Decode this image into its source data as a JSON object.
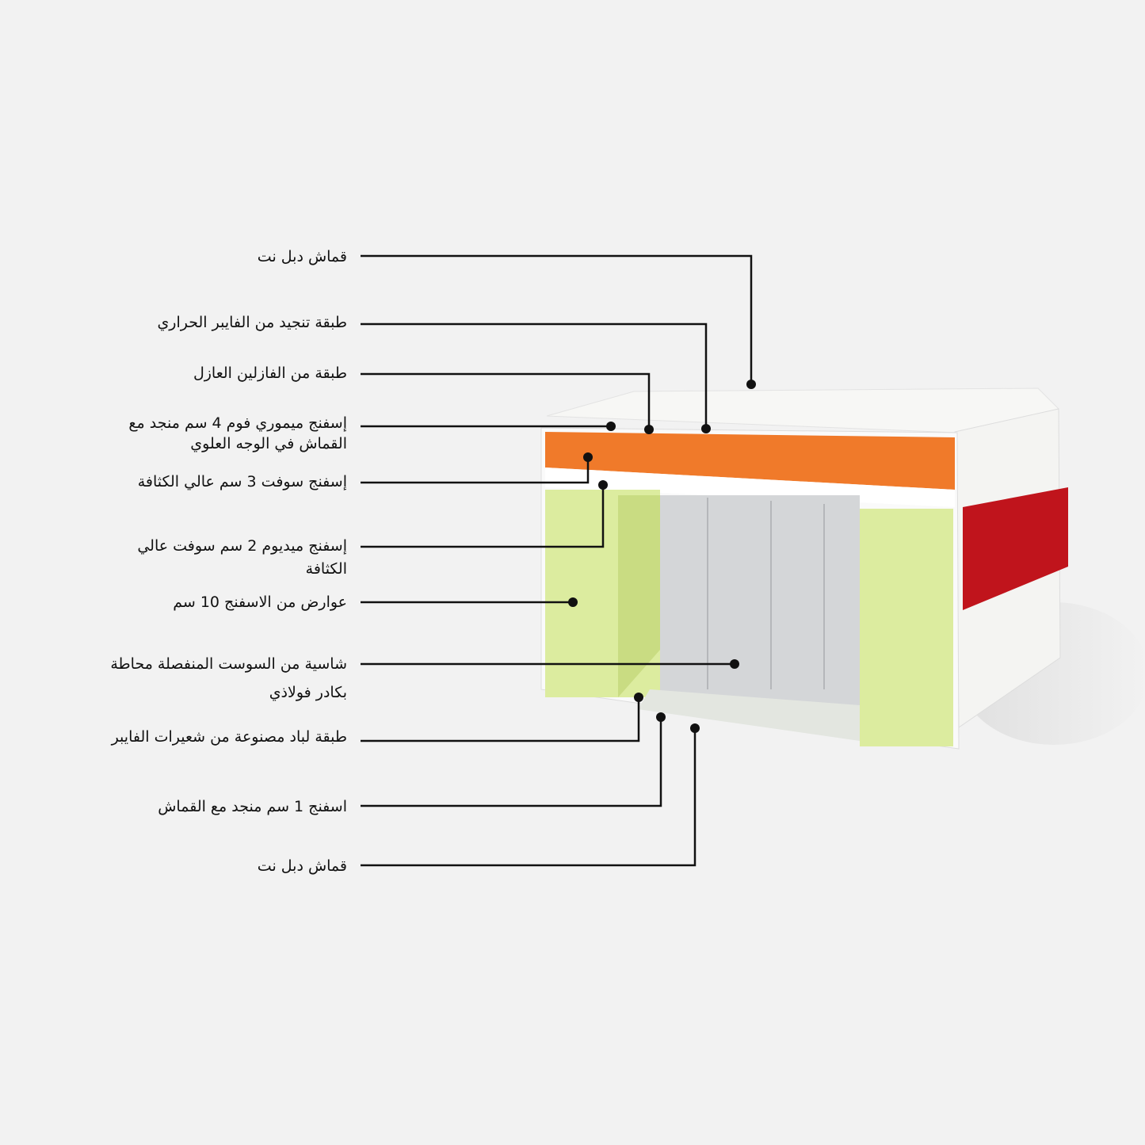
{
  "labels": [
    "قماش دبل نت",
    "طبقة تنجيد من الفايبر الحراري",
    "طبقة من الفازلين العازل",
    "إسفنج ميموري فوم 4 سم منجد مع",
    "القماش في الوجه العلوي",
    "إسفنج سوفت 3 سم  عالي الكثافة",
    "إسفنج ميديوم 2 سم سوفت عالي",
    "الكثافة",
    "عوارض من الاسفنج 10 سم",
    "شاسية من السوست المنفصلة محاطة",
    "بكادر فولاذي",
    "طبقة لباد مصنوعة من شعيرات الفايبر",
    "اسفنج 1 سم منجد مع القماش",
    "قماش دبل نت"
  ],
  "colors": {
    "background": "#f2f2f2",
    "memory_foam": "#f07a2a",
    "side_foam": "#dcec9f",
    "pocket_springs": "#d4d6d8",
    "ticking_band": "#c0141c",
    "line": "#111111"
  }
}
